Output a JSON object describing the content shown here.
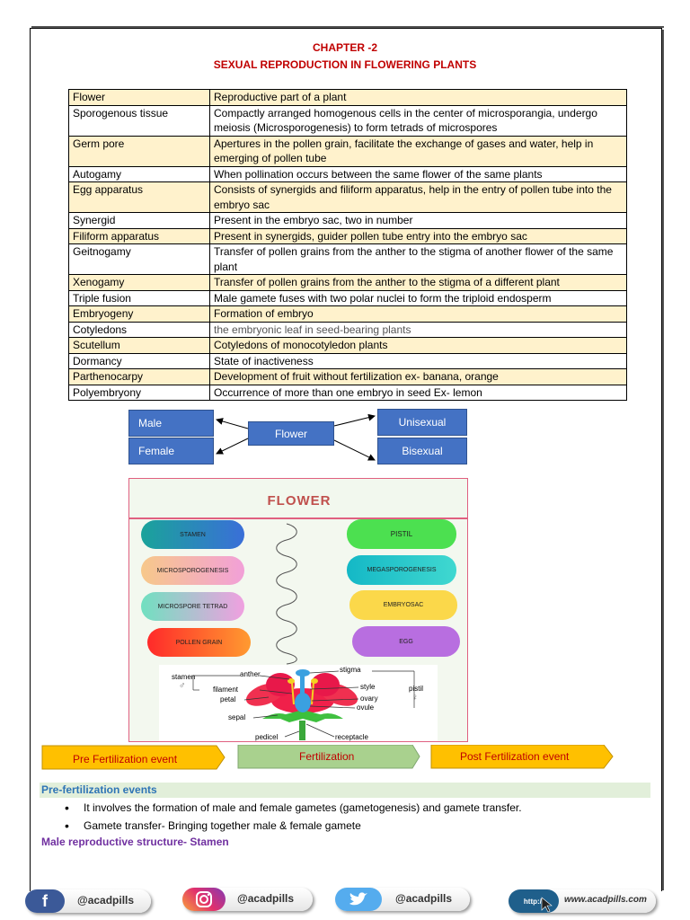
{
  "header": {
    "chapter": "CHAPTER -2",
    "title": "SEXUAL REPRODUCTION IN FLOWERING PLANTS"
  },
  "glossary": [
    {
      "term": "Flower",
      "definition": "Reproductive part of a plant"
    },
    {
      "term": "Sporogenous tissue",
      "definition": "Compactly arranged homogenous cells in the center of microsporangia, undergo meiosis (Microsporogenesis) to form tetrads of microspores"
    },
    {
      "term": "Germ pore",
      "definition": "Apertures in the pollen grain, facilitate the exchange of gases and water, help in emerging of pollen tube"
    },
    {
      "term": "Autogamy",
      "definition": "When pollination occurs between the same flower of the same plants"
    },
    {
      "term": "Egg apparatus",
      "definition": "Consists of synergids and filiform apparatus, help in the entry of pollen tube into the embryo sac"
    },
    {
      "term": "Synergid",
      "definition": "Present in the embryo sac, two in number"
    },
    {
      "term": "Filiform apparatus",
      "definition": "Present in synergids, guider pollen tube entry into the embryo sac"
    },
    {
      "term": "Geitnogamy",
      "definition": "Transfer of pollen grains from the anther to the stigma of another flower of the same plant"
    },
    {
      "term": "Xenogamy",
      "definition": "Transfer of pollen grains from the anther to the stigma of a different plant"
    },
    {
      "term": "Triple fusion",
      "definition": "Male gamete fuses with two polar nuclei to form the triploid endosperm"
    },
    {
      "term": "Embryogeny",
      "definition": "Formation of embryo"
    },
    {
      "term": "Cotyledons",
      "definition": "the embryonic leaf in seed-bearing plants"
    },
    {
      "term": "Scutellum",
      "definition": "Cotyledons of monocotyledon plants"
    },
    {
      "term": "Dormancy",
      "definition": "State of inactiveness"
    },
    {
      "term": "Parthenocarpy",
      "definition": "Development of fruit without fertilization ex- banana, orange"
    },
    {
      "term": "Polyembryony",
      "definition": "Occurrence of more than one embryo in seed Ex- lemon"
    }
  ],
  "flower_map": {
    "center": "Flower",
    "left": [
      "Male",
      "Female"
    ],
    "right": [
      "Unisexual",
      "Bisexual"
    ]
  },
  "flower_chart": {
    "title": "FLOWER",
    "male_side": [
      "STAMEN",
      "MICROSPOROGENESIS",
      "MICROSPORE TETRAD",
      "POLLEN GRAIN"
    ],
    "female_side": [
      "PISTIL",
      "MEGASPOROGENESIS",
      "EMBRYOSAC",
      "EGG"
    ],
    "diagram_labels": {
      "stamen": "stamen",
      "male_symbol": "♂",
      "anther": "anther",
      "filament": "filament",
      "petal": "petal",
      "sepal": "sepal",
      "pedicel": "pedicel",
      "receptacle": "receptacle",
      "stigma": "stigma",
      "style": "style",
      "ovary": "ovary",
      "ovule": "ovule",
      "pistil": "pistil",
      "female_symbol": "♀"
    }
  },
  "events_flow": [
    "Pre Fertilization event",
    "Fertilization",
    "Post Fertilization event"
  ],
  "section": {
    "heading": "Pre-fertilization events",
    "bullets": [
      "It involves the formation of male and female gametes (gametogenesis) and gamete transfer.",
      "Gamete transfer- Bringing together male & female gamete"
    ],
    "subheading": "Male reproductive structure- Stamen"
  },
  "footer": {
    "facebook_icon": "f",
    "facebook": "@acadpills",
    "instagram": "@acadpills",
    "twitter": "@acadpills",
    "web_prefix": "http://",
    "website": "www.acadpills.com"
  },
  "colors": {
    "title_red": "#c00000",
    "row_highlight": "#fff2cc",
    "box_blue": "#4472c4",
    "pre_arrow": "#ffc000",
    "fert_arrow": "#a9d18e",
    "heading_blue": "#2e74b5",
    "subheading_purple": "#7030a0"
  }
}
